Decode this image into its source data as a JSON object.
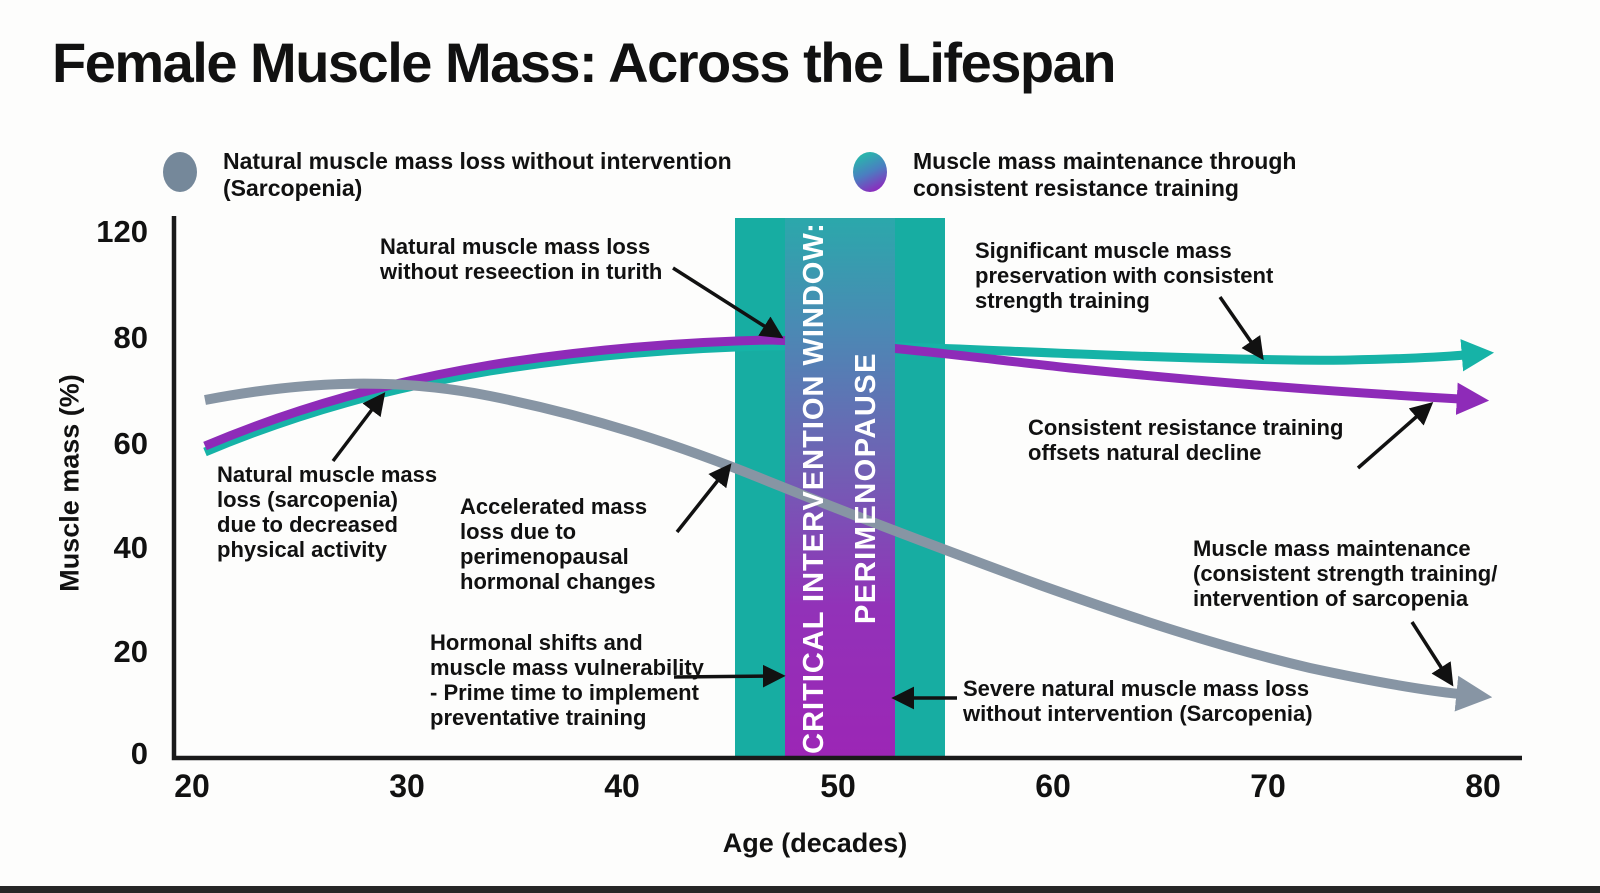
{
  "title": "Female Muscle Mass: Across the Lifespan",
  "legend": {
    "item1": {
      "label": "Natural muscle mass loss without intervention\n(Sarcopenia)",
      "marker": "gray-dot"
    },
    "item2": {
      "label": "Muscle mass maintenance through\nconsistent resistance training",
      "marker": "teal-purple-gradient-dot"
    }
  },
  "axes": {
    "y_label": "Muscle mass (%)",
    "x_label": "Age (decades)",
    "y_ticks": [
      "120",
      "80",
      "60",
      "40",
      "20",
      "0"
    ],
    "x_ticks": [
      "20",
      "30",
      "40",
      "50",
      "60",
      "70",
      "80"
    ]
  },
  "band": {
    "line1": "CRITICAL INTERVENTION WINDOW:",
    "line2": "PERIMENOPAUSE"
  },
  "annotations": {
    "natural_loss_band": "Natural muscle mass loss\nwithout reseection in turith",
    "natural_loss_sarcopenia": "Natural muscle mass\nloss (sarcopenia)\ndue to decreased\nphysical activity",
    "accelerated_loss": "Accelerated mass\nloss due to\nperimenopausal\nhormonal changes",
    "hormonal_shifts": "Hormonal shifts and\nmuscle mass vulnerability\n- Prime time to implement\npreventative training",
    "severe_loss": "Severe natural muscle mass loss\nwithout intervention (Sarcopenia)",
    "significant_preservation": "Significant muscle mass\npreservation with consistent\nstrength training",
    "consistent_offsets": "Consistent resistance training\noffsets natural decline",
    "maintenance": "Muscle mass maintenance\n(consistent strength training/\nintervention of sarcopenia"
  },
  "colors": {
    "band-teal": "#17ada2",
    "teal-line": "#16b3a7",
    "purple-line": "#8e2bb8",
    "gray-line": "#8795a4",
    "legend-gray": "#75889a",
    "ink": "#111111",
    "axis": "#1a1a1a",
    "band-text": "#ffffff",
    "inner-band-top": "#2ba8ab",
    "inner-band-blue": "#4a8ab4",
    "inner-band-mid": "#6f62b4",
    "inner-band-bottom": "#9c26b6",
    "bottom-bar": "#262626"
  },
  "chart_data": {
    "type": "line",
    "title": "Female Muscle Mass: Across the Lifespan",
    "xlabel": "Age (decades)",
    "ylabel": "Muscle mass (%)",
    "x": [
      20,
      25,
      30,
      35,
      40,
      45,
      50,
      55,
      60,
      65,
      70,
      75,
      80
    ],
    "xlim": [
      20,
      80
    ],
    "ylim": [
      0,
      120
    ],
    "y_tick_values": [
      0,
      20,
      40,
      60,
      80,
      120
    ],
    "grid": false,
    "legend_position": "top",
    "series": [
      {
        "name": "Natural muscle mass loss without intervention (Sarcopenia)",
        "color": "#8795a4",
        "values": [
          69,
          72,
          72,
          70,
          64,
          56,
          46,
          40,
          33,
          26,
          19,
          14,
          12
        ]
      },
      {
        "name": "Muscle mass maintenance through consistent resistance training (teal curve, strength preservation)",
        "color": "#16b3a7",
        "values": [
          60,
          67,
          71,
          74,
          77,
          79,
          80,
          80,
          79,
          78.5,
          78.5,
          78.5,
          79
        ]
      },
      {
        "name": "Muscle mass maintenance through consistent resistance training (purple curve, offsets natural decline)",
        "color": "#8e2bb8",
        "values": [
          61,
          68,
          72,
          75,
          78,
          80,
          80,
          79,
          77,
          75,
          73,
          71.5,
          70
        ]
      }
    ],
    "highlight_band": {
      "label": "CRITICAL INTERVENTION WINDOW: PERIMENOPAUSE",
      "x_range": [
        45,
        55
      ]
    }
  }
}
